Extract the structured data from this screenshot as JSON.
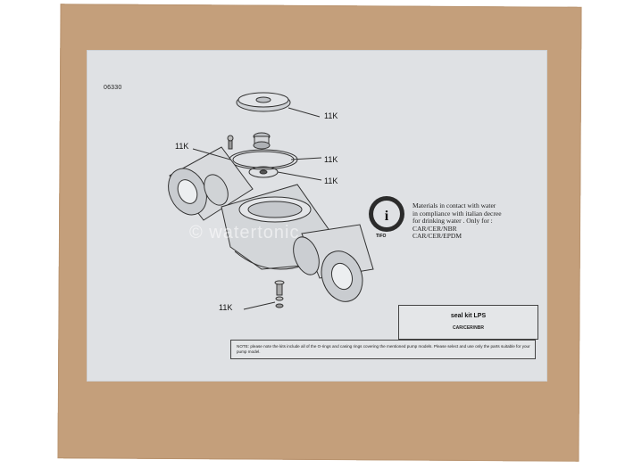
{
  "sheet": {
    "code": "06330",
    "callouts": [
      "11K",
      "11K",
      "11K",
      "11K",
      "11K"
    ],
    "spec_lines": [
      "Materials in contact with water",
      "in compliance with italian decree",
      "for drinking water . Only for :",
      "CAR/CER/NBR",
      "CAR/CER/EPDM"
    ],
    "seal_label": "TIFO",
    "title_box": {
      "title": "seal kit LPS",
      "subtitle": "CAR/CER/NBR"
    },
    "note": "NOTE: please note the kits include all of the O-rings and casing rings covering the mentioned pump models. Please select and use only the parts suitable for your pump model."
  },
  "watermark": "© watertonic",
  "colors": {
    "cardboard": "#c49f7b",
    "paper": "#dfe1e4",
    "ink": "#222222"
  }
}
